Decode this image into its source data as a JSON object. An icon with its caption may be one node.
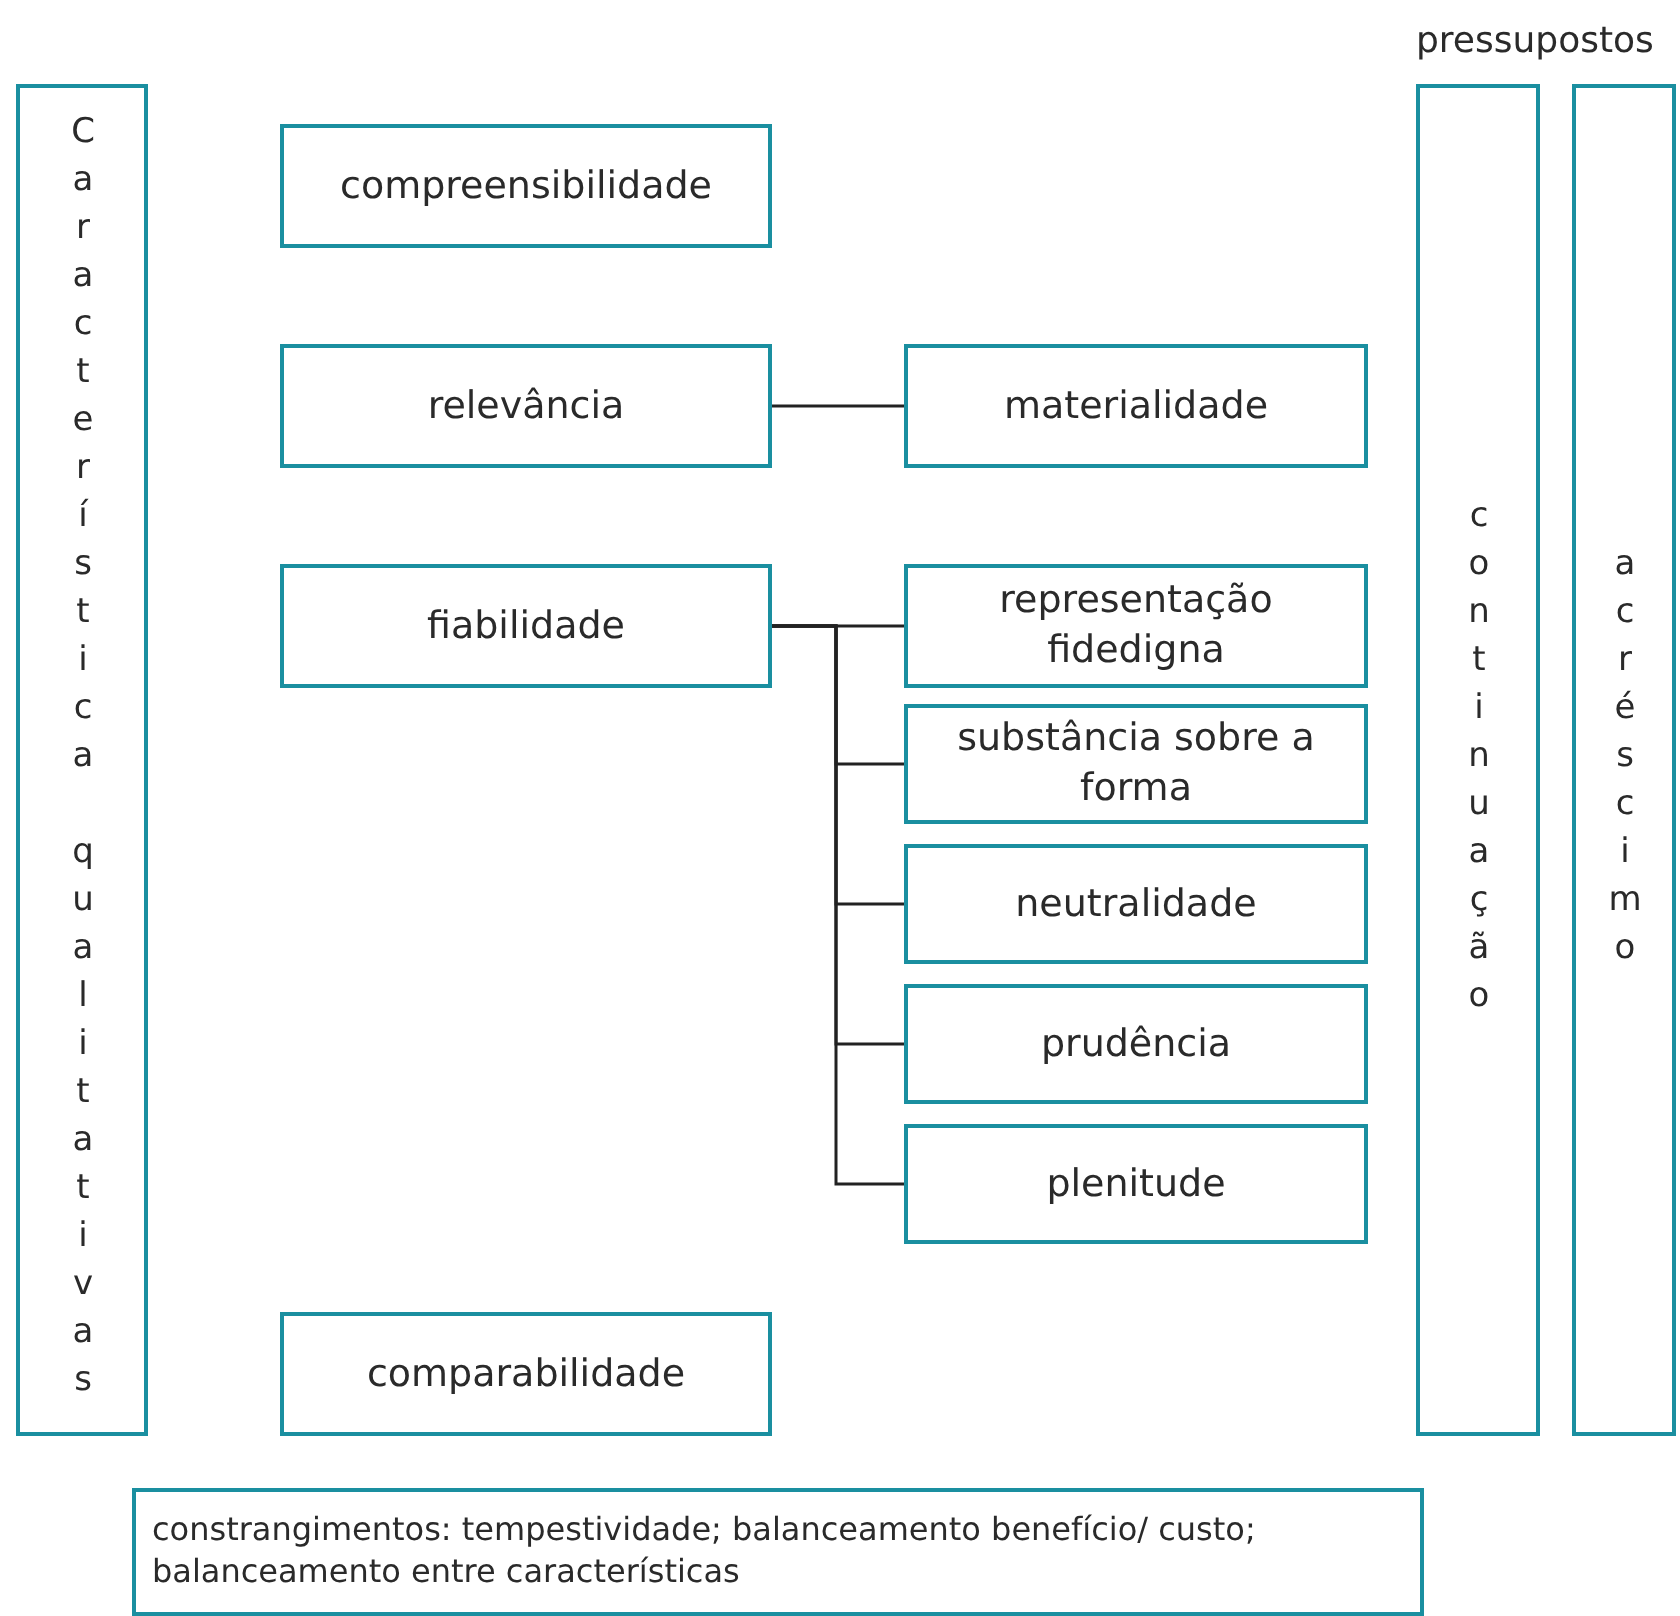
{
  "diagram": {
    "nodes": [
      {
        "text": [
          "Característica qualitativas"
        ]
      },
      {
        "text": [
          "compreensibilidade"
        ]
      },
      {
        "text": [
          "relevância"
        ]
      },
      {
        "text": [
          "materialidade"
        ]
      },
      {
        "text": [
          "fiabilidade"
        ]
      },
      {
        "text": [
          "representação fidedigna"
        ]
      },
      {
        "text": [
          "substância sobre a forma"
        ]
      },
      {
        "text": [
          "neutralidade"
        ]
      },
      {
        "text": [
          "prudência"
        ]
      },
      {
        "text": [
          "plenitude"
        ]
      },
      {
        "text": [
          "comparabilidade"
        ]
      },
      {
        "text": [
          "continuação"
        ]
      },
      {
        "text": [
          "acréscimo"
        ]
      },
      {
        "text": [
          "constrangimentos: tempestividade; balanceamento benefício/ custo; balanceamento entre características"
        ]
      }
    ],
    "edges": [
      {
        "from": 2,
        "to": 3,
        "arrow": "none"
      },
      {
        "from": 4,
        "to": 5,
        "arrow": "none"
      },
      {
        "from": 4,
        "to": 6,
        "arrow": "none"
      },
      {
        "from": 4,
        "to": 7,
        "arrow": "none"
      },
      {
        "from": 4,
        "to": 8,
        "arrow": "none"
      },
      {
        "from": 4,
        "to": 9,
        "arrow": "none"
      }
    ],
    "labels": [
      "pressupostos"
    ]
  }
}
